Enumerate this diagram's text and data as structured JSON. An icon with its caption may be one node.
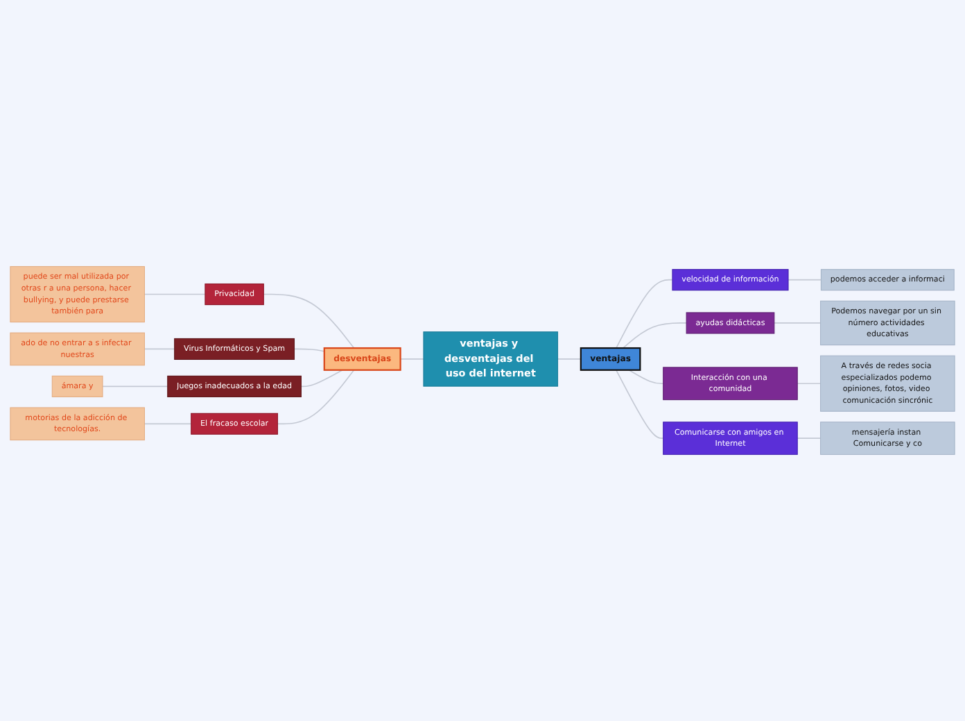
{
  "diagram": {
    "nodes": [
      {
        "text": [
          "ventajas y desventajas del uso del internet"
        ]
      },
      {
        "text": [
          "desventajas"
        ]
      },
      {
        "text": [
          "Privacidad"
        ]
      },
      {
        "text": [
          "puede ser mal utilizada por otras r a una persona, hacer bullying, y puede prestarse también para"
        ]
      },
      {
        "text": [
          "Virus Informáticos y Spam"
        ]
      },
      {
        "text": [
          "ado de no entrar a s infectar nuestras"
        ]
      },
      {
        "text": [
          "Juegos inadecuados a la edad"
        ]
      },
      {
        "text": [
          "ámara y"
        ]
      },
      {
        "text": [
          "El fracaso escolar"
        ]
      },
      {
        "text": [
          "motorias de la adicción de tecnologías."
        ]
      },
      {
        "text": [
          "ventajas"
        ]
      },
      {
        "text": [
          "velocidad de información"
        ]
      },
      {
        "text": [
          "podemos acceder a informaci"
        ]
      },
      {
        "text": [
          "ayudas didácticas"
        ]
      },
      {
        "text": [
          "Podemos navegar por un sin número actividades educativas"
        ]
      },
      {
        "text": [
          "Interacción con una comunidad"
        ]
      },
      {
        "text": [
          "A través de redes socia especializados podemo opiniones, fotos, video comunicación sincrónic"
        ]
      },
      {
        "text": [
          "Comunicarse con amigos en Internet"
        ]
      },
      {
        "text": [
          "mensajería instan Comunicarse y co"
        ]
      }
    ],
    "edges": [
      {
        "from": 0,
        "to": 1,
        "arrow": "none"
      },
      {
        "from": 1,
        "to": 2,
        "arrow": "none"
      },
      {
        "from": 2,
        "to": 3,
        "arrow": "none"
      },
      {
        "from": 1,
        "to": 4,
        "arrow": "none"
      },
      {
        "from": 4,
        "to": 5,
        "arrow": "none"
      },
      {
        "from": 1,
        "to": 6,
        "arrow": "none"
      },
      {
        "from": 6,
        "to": 7,
        "arrow": "none"
      },
      {
        "from": 1,
        "to": 8,
        "arrow": "none"
      },
      {
        "from": 8,
        "to": 9,
        "arrow": "none"
      },
      {
        "from": 0,
        "to": 10,
        "arrow": "none"
      },
      {
        "from": 10,
        "to": 11,
        "arrow": "none"
      },
      {
        "from": 11,
        "to": 12,
        "arrow": "none"
      },
      {
        "from": 10,
        "to": 13,
        "arrow": "none"
      },
      {
        "from": 13,
        "to": 14,
        "arrow": "none"
      },
      {
        "from": 10,
        "to": 15,
        "arrow": "none"
      },
      {
        "from": 15,
        "to": 16,
        "arrow": "none"
      },
      {
        "from": 10,
        "to": 17,
        "arrow": "none"
      },
      {
        "from": 17,
        "to": 18,
        "arrow": "none"
      }
    ]
  }
}
